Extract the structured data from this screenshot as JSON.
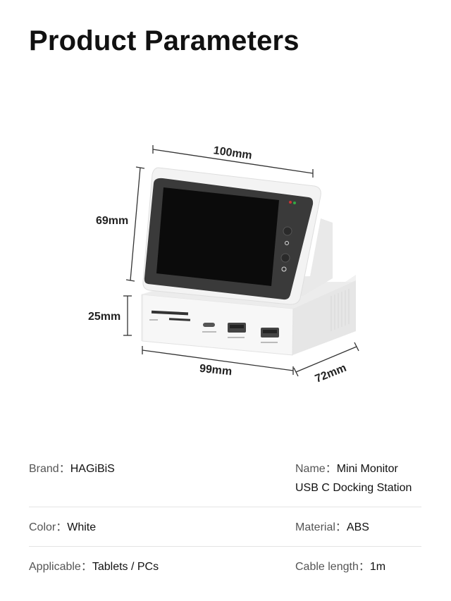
{
  "title": "Product Parameters",
  "dimensions": {
    "width_top": "100mm",
    "height_screen": "69mm",
    "height_base": "25mm",
    "width_bottom": "99mm",
    "depth": "72mm"
  },
  "specs": [
    [
      {
        "label": "Brand",
        "value": "HAGiBiS"
      },
      {
        "label": "Name",
        "value": "Mini Monitor",
        "value2": "USB C Docking Station"
      }
    ],
    [
      {
        "label": "Color",
        "value": "White"
      },
      {
        "label": "Material",
        "value": "ABS"
      }
    ],
    [
      {
        "label": "Applicable",
        "value": "Tablets / PCs"
      },
      {
        "label": "Cable length",
        "value": "1m"
      }
    ]
  ],
  "separator": "："
}
